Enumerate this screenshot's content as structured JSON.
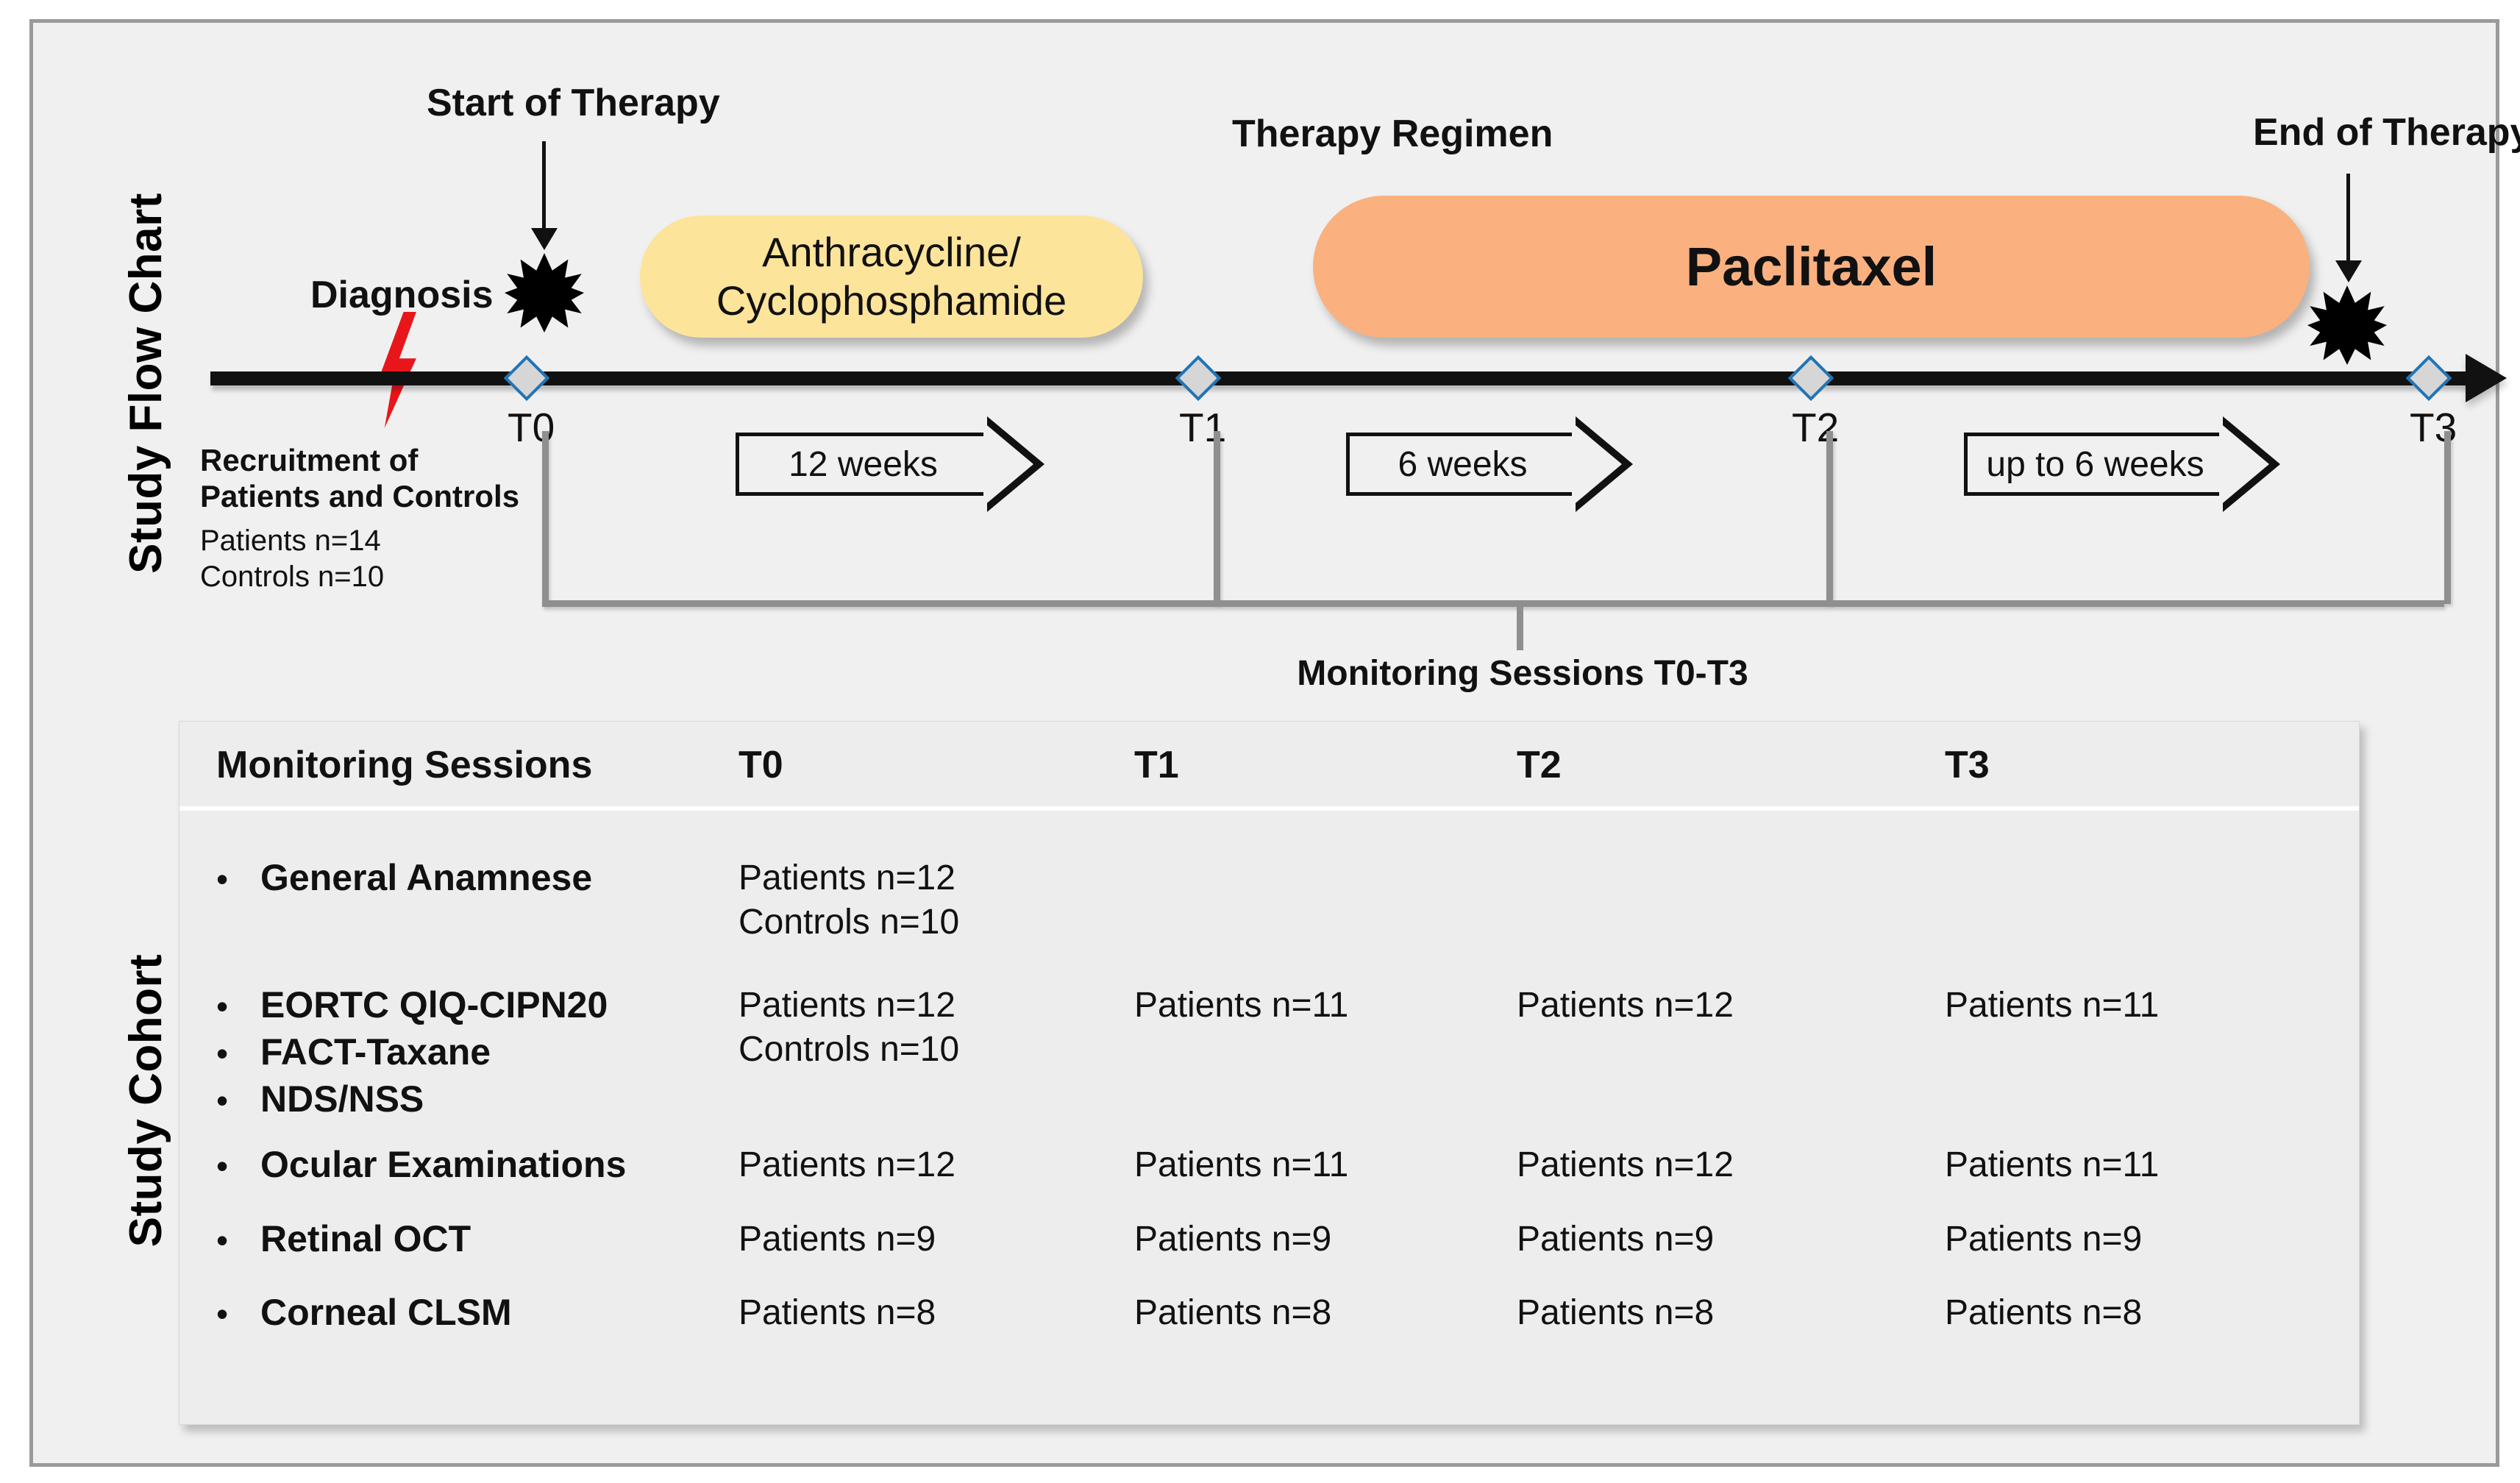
{
  "side_labels": {
    "flow_chart": "Study Flow Chart",
    "cohort": "Study Cohort"
  },
  "flow": {
    "annotations": {
      "start_of_therapy": "Start of Therapy",
      "therapy_regimen": "Therapy Regimen",
      "end_of_therapy": "End of Therapy",
      "diagnosis": "Diagnosis"
    },
    "recruitment": {
      "title_line1": "Recruitment of",
      "title_line2": "Patients and Controls",
      "patients": "Patients n=14",
      "controls": "Controls n=10"
    },
    "timepoints": [
      {
        "id": "T0",
        "label": "T0"
      },
      {
        "id": "T1",
        "label": "T1"
      },
      {
        "id": "T2",
        "label": "T2"
      },
      {
        "id": "T3",
        "label": "T3"
      }
    ],
    "pills": [
      {
        "id": "anthracycline",
        "line1": "Anthracycline/",
        "line2": "Cyclophosphamide",
        "color": "#fde49b"
      },
      {
        "id": "paclitaxel",
        "label": "Paclitaxel",
        "color": "#fab17f"
      }
    ],
    "interval_arrows": [
      {
        "id": "t0-t1",
        "label": "12 weeks"
      },
      {
        "id": "t1-t2",
        "label": "6 weeks"
      },
      {
        "id": "t2-t3",
        "label": "up to 6 weeks"
      }
    ],
    "bracket_caption": "Monitoring  Sessions T0-T3"
  },
  "table": {
    "columns": [
      "Monitoring Sessions",
      "T0",
      "T1",
      "T2",
      "T3"
    ],
    "rows": [
      {
        "labels": [
          "General Anamnese"
        ],
        "T0": "Patients n=12\nControls n=10",
        "T1": "",
        "T2": "",
        "T3": ""
      },
      {
        "labels": [
          "EORTC QlQ-CIPN20",
          "FACT-Taxane",
          "NDS/NSS"
        ],
        "T0": "Patients n=12\nControls n=10",
        "T1": "Patients n=11",
        "T2": "Patients n=12",
        "T3": "Patients n=11"
      },
      {
        "labels": [
          "Ocular Examinations"
        ],
        "T0": "Patients n=12",
        "T1": "Patients n=11",
        "T2": "Patients n=12",
        "T3": "Patients n=11"
      },
      {
        "labels": [
          "Retinal OCT"
        ],
        "T0": "Patients n=9",
        "T1": "Patients n=9",
        "T2": "Patients n=9",
        "T3": "Patients n=9"
      },
      {
        "labels": [
          "Corneal CLSM"
        ],
        "T0": "Patients n=8",
        "T1": "Patients n=8",
        "T2": "Patients n=8",
        "T3": "Patients n=8"
      }
    ]
  },
  "colors": {
    "panel_bg": "#f0f0f0",
    "panel_border": "#9a9a9a",
    "table_bg": "#ededed",
    "diamond_fill": "#d6d6d6",
    "diamond_stroke": "#2274b4",
    "bolt_red": "#e8161a",
    "pill_yellow": "#fde49b",
    "pill_orange": "#fab17f",
    "bracket_gray": "#8f8f8f"
  }
}
